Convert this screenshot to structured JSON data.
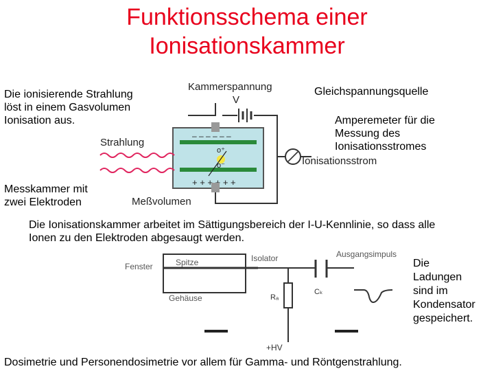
{
  "title": {
    "line1": "Funktionsschema einer",
    "line2": "Ionisationskammer"
  },
  "texts": {
    "radiation_desc": [
      "Die ionisierende Strahlung",
      "löst in einem Gasvolumen",
      "Ionisation aus."
    ],
    "voltage_source": "Gleichspannungsquelle",
    "ammeter_desc": [
      "Amperemeter für die",
      "Messung des",
      "Ionisationsstromes"
    ],
    "chamber_desc": [
      "Messkammer mit",
      "zwei Elektroden"
    ],
    "saturation_desc": [
      "Die Ionisationskammer arbeitet im Sättigungsbereich der I-U-Kennlinie, so dass alle",
      "Ionen zu den Elektroden abgesaugt werden."
    ],
    "capacitor_desc": [
      "Die",
      "Ladungen",
      "sind im",
      "Kondensator",
      "gespeichert."
    ],
    "footer": "Dosimetrie und Personendosimetrie vor allem für Gamma- und Röntgenstrahlung."
  },
  "diagram1": {
    "kammerspannung": "Kammerspannung",
    "v": "V",
    "strahlung": "Strahlung",
    "ionisationsstrom": "Ionisationsstrom",
    "messvolumen": "Meßvolumen",
    "minus_row": "– – –   – – –",
    "plus_row": "+ + +   + + +",
    "o_plus": "o⁺",
    "o_minus": "o⁻"
  },
  "diagram2": {
    "fenster": "Fenster",
    "spitze": "Spitze",
    "isolator": "Isolator",
    "ausgangsimpuls": "Ausgangsimpuls",
    "gehaeuse": "Gehäuse",
    "r_label": "Rₐ",
    "c_label": "Cₖ",
    "hv": "+HV"
  },
  "colors": {
    "title": "#e8001c",
    "chamber_fill": "#bfe3e8",
    "radiation": "#e0245e",
    "electrode": "#2a8a3a"
  }
}
